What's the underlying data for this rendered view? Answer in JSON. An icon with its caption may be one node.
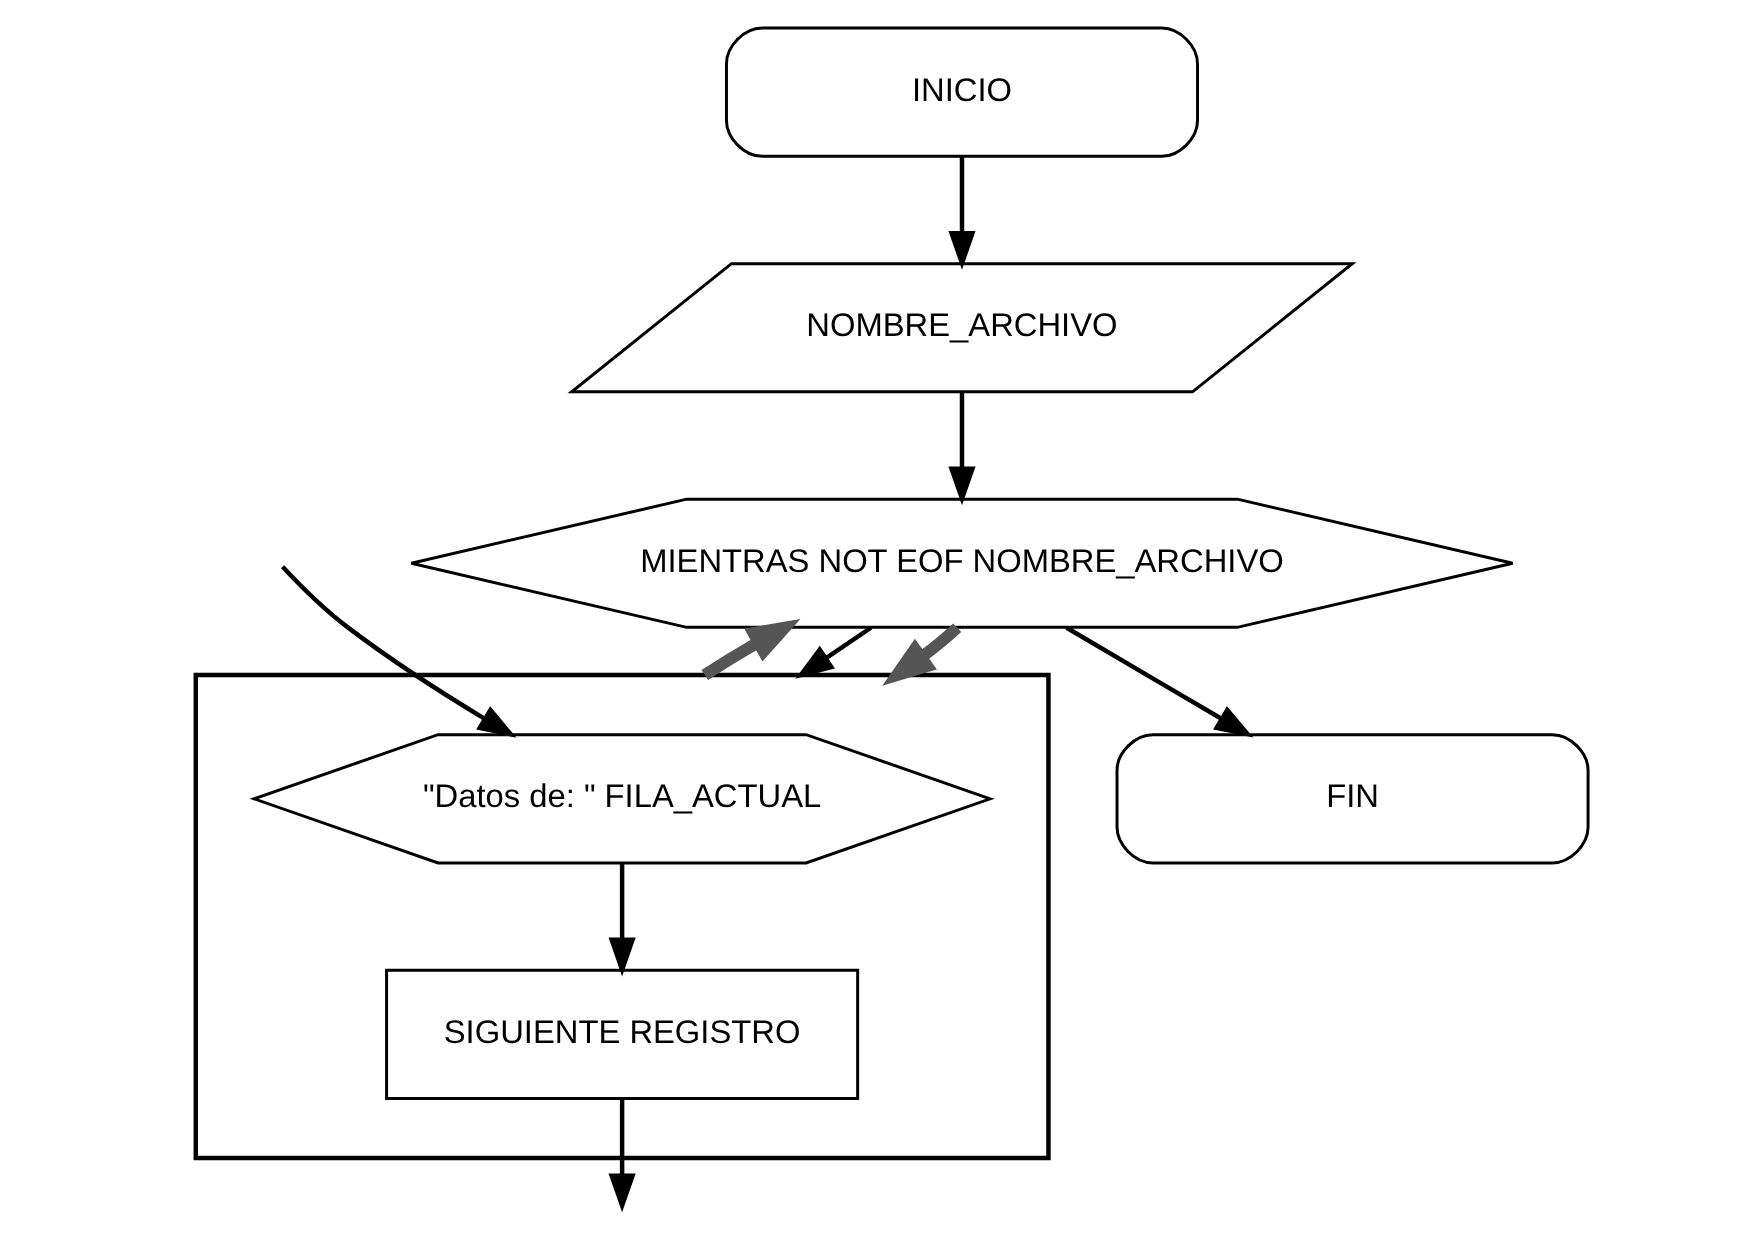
{
  "diagram": {
    "nodes": [
      {
        "text": [
          "INICIO"
        ]
      },
      {
        "text": [
          "NOMBRE_ARCHIVO"
        ]
      },
      {
        "text": [
          "MIENTRAS NOT EOF NOMBRE_ARCHIVO"
        ]
      },
      {
        "text": [],
        "shape": "box"
      },
      {
        "text": [
          "\"Datos de: \" FILA_ACTUAL"
        ],
        "in": 3
      },
      {
        "text": [
          "SIGUIENTE REGISTRO"
        ],
        "in": 3
      },
      {
        "text": [
          "FIN"
        ]
      }
    ],
    "edges": [
      {
        "from": 0,
        "to": 1,
        "arrow": "to"
      },
      {
        "from": 1,
        "to": 2,
        "arrow": "to"
      },
      {
        "from": 2,
        "to": 3,
        "arrow": "to"
      },
      {
        "from": 2,
        "to": 3,
        "arrow": "to",
        "style": "thick",
        "color": "#555555"
      },
      {
        "from": null,
        "to": 4,
        "arrow": "to"
      },
      {
        "from": 4,
        "to": 5,
        "arrow": "to"
      },
      {
        "from": 5,
        "to": null,
        "arrow": "to"
      },
      {
        "from": 3,
        "to": 2,
        "arrow": "to",
        "style": "thick",
        "color": "#555555"
      },
      {
        "from": 2,
        "to": 6,
        "arrow": "to"
      }
    ]
  }
}
